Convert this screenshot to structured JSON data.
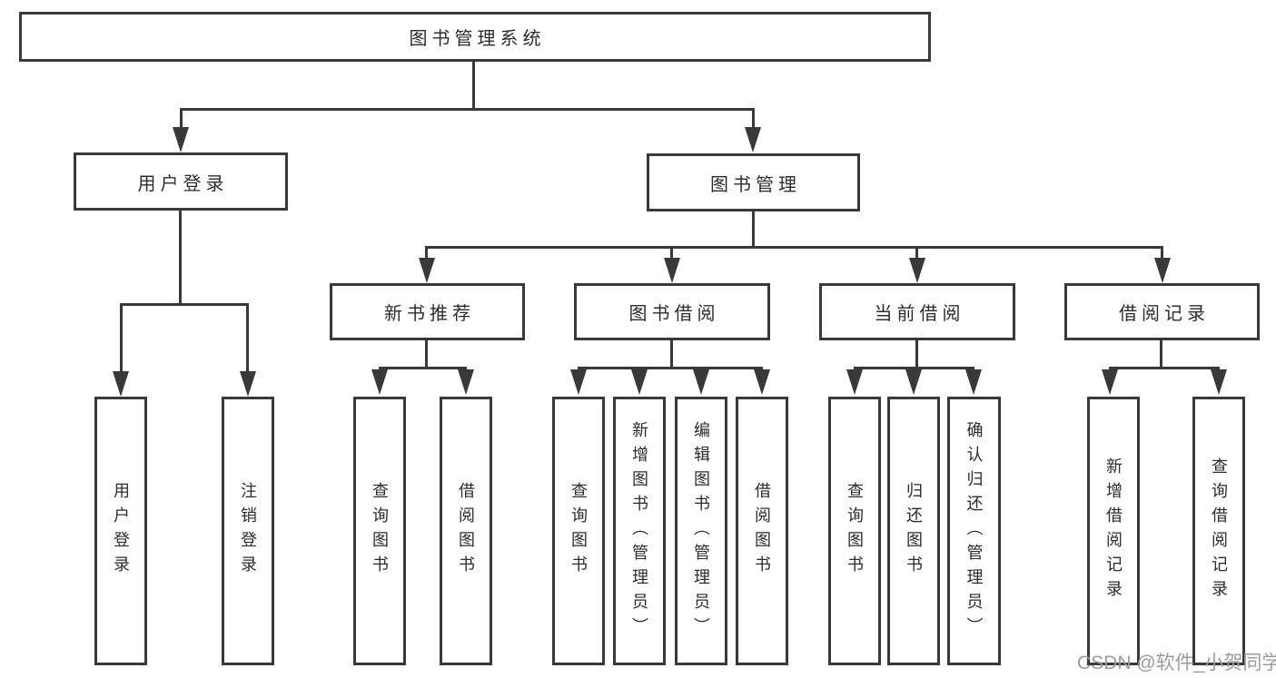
{
  "tree": {
    "label": "图书管理系统",
    "children": [
      {
        "label": "用户登录",
        "children": [
          {
            "label": "用户登录"
          },
          {
            "label": "注销登录"
          }
        ]
      },
      {
        "label": "图书管理",
        "children": [
          {
            "label": "新书推荐",
            "children": [
              {
                "label": "查询图书"
              },
              {
                "label": "借阅图书"
              }
            ]
          },
          {
            "label": "图书借阅",
            "children": [
              {
                "label": "查询图书"
              },
              {
                "label": "新增图书（管理员）"
              },
              {
                "label": "编辑图书（管理员）"
              },
              {
                "label": "借阅图书"
              }
            ]
          },
          {
            "label": "当前借阅",
            "children": [
              {
                "label": "查询图书"
              },
              {
                "label": "归还图书"
              },
              {
                "label": "确认归还（管理员）"
              }
            ]
          },
          {
            "label": "借阅记录",
            "children": [
              {
                "label": "新增借阅记录"
              },
              {
                "label": "查询借阅记录"
              }
            ]
          }
        ]
      }
    ]
  },
  "watermark": {
    "text": "CSDN @软件_小贺同学",
    "color": "#9b9b9b"
  },
  "colors": {
    "line": "#39393b",
    "text": "#2c2c2c",
    "background": "#ffffff"
  }
}
